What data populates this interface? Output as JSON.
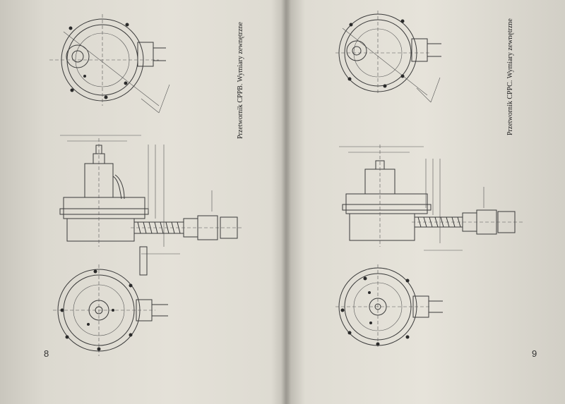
{
  "left_page": {
    "caption": "Przetwornik CPPB. Wymiary zewnętrzne",
    "page_number": "8"
  },
  "right_page": {
    "caption": "Przetwornik CPPC. Wymiary zewnętrzne",
    "page_number": "9"
  },
  "colors": {
    "paper": "#e2dfd6",
    "ink": "#3a3a3a",
    "background": "#7d7a72"
  }
}
